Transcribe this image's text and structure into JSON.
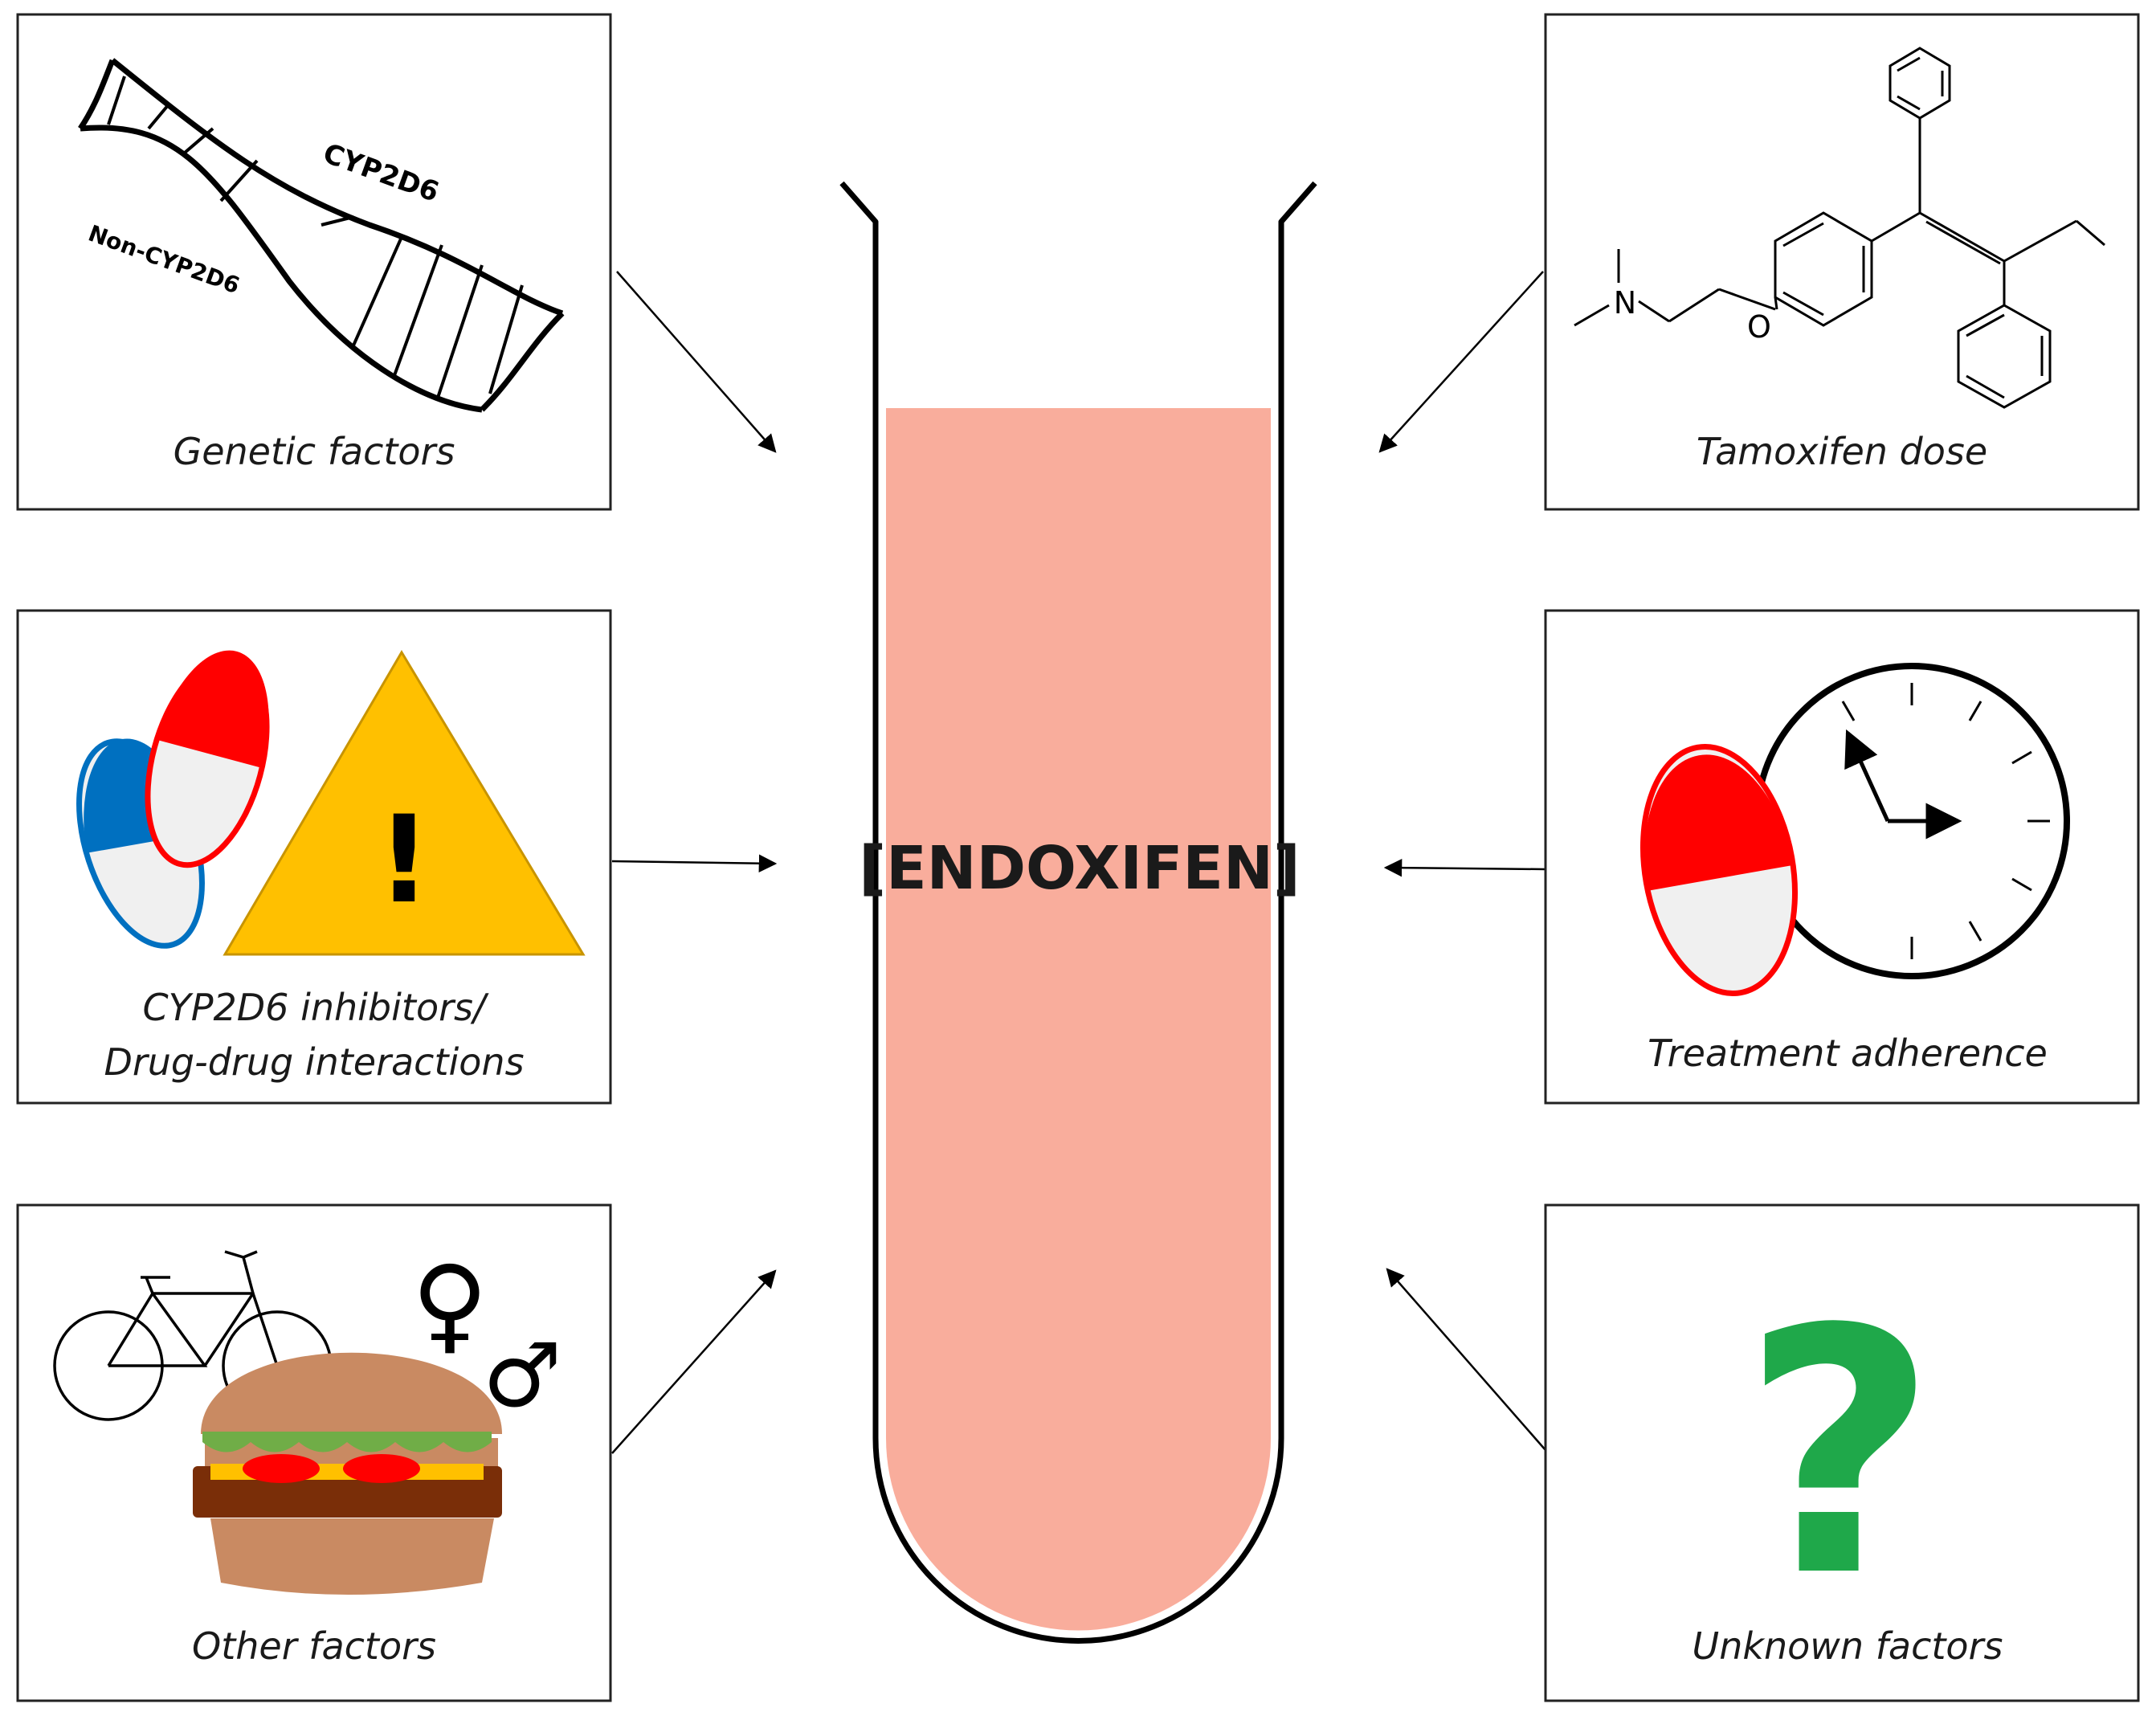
{
  "center": {
    "label": "[ENDOXIFEN]",
    "liquid_color": "#f9ad9c"
  },
  "panels": {
    "genetic": {
      "caption": "Genetic factors",
      "dna_label_1": "CYP2D6",
      "dna_label_2": "Non-CYP2D6"
    },
    "inhibitors": {
      "caption_line1": "CYP2D6 inhibitors/",
      "caption_line2": "Drug-drug interactions",
      "warning_mark": "!"
    },
    "other": {
      "caption": "Other factors",
      "female_symbol": "♀",
      "male_symbol": "♂"
    },
    "dose": {
      "caption": "Tamoxifen dose",
      "atom_n": "N",
      "atom_o": "O"
    },
    "adherence": {
      "caption": "Treatment adherence"
    },
    "unknown": {
      "caption": "Unknown factors",
      "question_mark": "?"
    }
  },
  "colors": {
    "pill_red": "#ff0000",
    "pill_blue": "#0070c0",
    "warning_yellow": "#ffc000",
    "question_green": "#1fa84a",
    "bun": "#c98a62",
    "patty": "#7a2e08",
    "lettuce": "#70ad47",
    "cheese": "#ffc000",
    "tomato": "#ff0000"
  }
}
